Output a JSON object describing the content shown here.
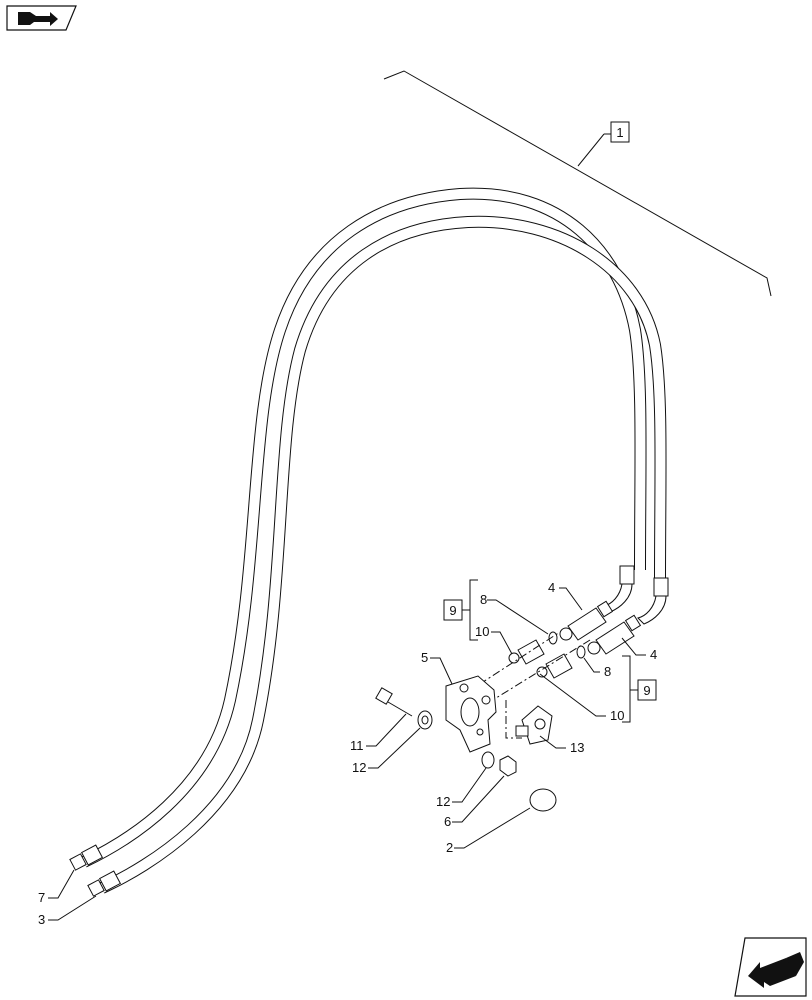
{
  "callouts": {
    "c1": "1",
    "c2": "2",
    "c3": "3",
    "c4a": "4",
    "c4b": "4",
    "c5": "5",
    "c6": "6",
    "c7": "7",
    "c8a": "8",
    "c8b": "8",
    "c9a": "9",
    "c9b": "9",
    "c10a": "10",
    "c10b": "10",
    "c11": "11",
    "c12a": "12",
    "c12b": "12",
    "c13": "13"
  },
  "icons": {
    "top_left": "navigation-arrow-icon",
    "bottom_right": "return-arrow-icon"
  }
}
